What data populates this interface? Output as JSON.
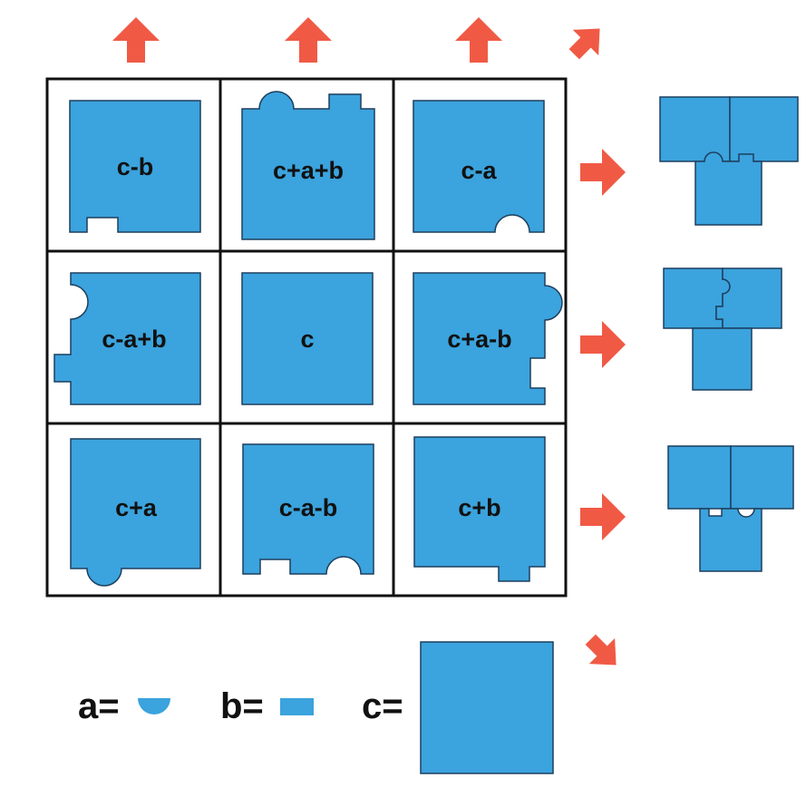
{
  "colors": {
    "piece": "#3ba3dd",
    "piece_stroke": "#1d3f5e",
    "arrow": "#f05a45",
    "grid": "#111111"
  },
  "grid": {
    "cells": [
      {
        "label": "c-b",
        "shape": "c-b"
      },
      {
        "label": "c+a+b",
        "shape": "c+a+b"
      },
      {
        "label": "c-a",
        "shape": "c-a"
      },
      {
        "label": "c-a+b",
        "shape": "c-a+b"
      },
      {
        "label": "c",
        "shape": "c"
      },
      {
        "label": "c+a-b",
        "shape": "c+a-b"
      },
      {
        "label": "c+a",
        "shape": "c+a"
      },
      {
        "label": "c-a-b",
        "shape": "c-a-b"
      },
      {
        "label": "c+b",
        "shape": "c+b"
      }
    ]
  },
  "arrows": [
    {
      "name": "arrow-up-col-1",
      "icon": "arrow-up-icon"
    },
    {
      "name": "arrow-up-col-2",
      "icon": "arrow-up-icon"
    },
    {
      "name": "arrow-up-col-3",
      "icon": "arrow-up-icon"
    },
    {
      "name": "arrow-diag-up-right",
      "icon": "arrow-up-right-icon"
    },
    {
      "name": "arrow-right-row-1",
      "icon": "arrow-right-icon"
    },
    {
      "name": "arrow-right-row-2",
      "icon": "arrow-right-icon"
    },
    {
      "name": "arrow-right-row-3",
      "icon": "arrow-right-icon"
    },
    {
      "name": "arrow-diag-down-right",
      "icon": "arrow-down-right-icon"
    }
  ],
  "legend": {
    "a_label": "a=",
    "b_label": "b=",
    "c_label": "c=",
    "a_icon": "half-circle-icon",
    "b_icon": "rectangle-icon",
    "c_icon": "square-icon"
  }
}
